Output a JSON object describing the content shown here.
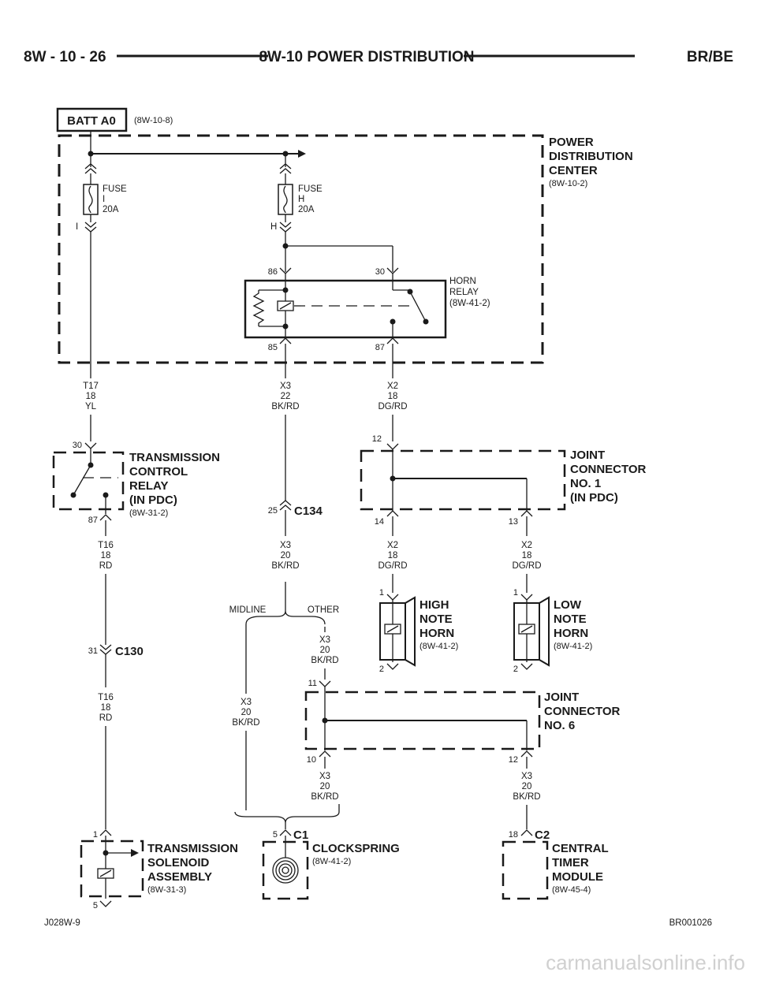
{
  "header": {
    "left": "8W - 10 - 26",
    "center": "8W-10 POWER DISTRIBUTION",
    "right": "BR/BE"
  },
  "batt": {
    "label": "BATT A0",
    "ref": "(8W-10-8)"
  },
  "pdc": {
    "title": [
      "POWER",
      "DISTRIBUTION",
      "CENTER"
    ],
    "ref": "(8W-10-2)"
  },
  "fuse_i": {
    "lines": [
      "FUSE",
      "I",
      "20A"
    ],
    "pin": "I"
  },
  "fuse_h": {
    "lines": [
      "FUSE",
      "H",
      "20A"
    ],
    "pin": "H"
  },
  "horn_relay": {
    "lines": [
      "HORN",
      "RELAY",
      "(8W-41-2)"
    ],
    "pin86": "86",
    "pin30": "30",
    "pin85": "85",
    "pin87": "87"
  },
  "wires": {
    "t17": [
      "T17",
      "18",
      "YL"
    ],
    "x3_22": [
      "X3",
      "22",
      "BK/RD"
    ],
    "x2_18_top": [
      "X2",
      "18",
      "DG/RD"
    ],
    "t16_a": [
      "T16",
      "18",
      "RD"
    ],
    "x3_20_a": [
      "X3",
      "20",
      "BK/RD"
    ],
    "x2_18_l": [
      "X2",
      "18",
      "DG/RD"
    ],
    "x2_18_r": [
      "X2",
      "18",
      "DG/RD"
    ],
    "x3_20_other": [
      "X3",
      "20",
      "BK/RD"
    ],
    "x3_20_mid": [
      "X3",
      "20",
      "BK/RD"
    ],
    "t16_b": [
      "T16",
      "18",
      "RD"
    ],
    "x3_20_b": [
      "X3",
      "20",
      "BK/RD"
    ],
    "x3_20_c": [
      "X3",
      "20",
      "BK/RD"
    ]
  },
  "tcr": {
    "title": [
      "TRANSMISSION",
      "CONTROL",
      "RELAY",
      "(IN PDC)"
    ],
    "ref": "(8W-31-2)",
    "pin30": "30",
    "pin87": "87"
  },
  "jc1": {
    "title": [
      "JOINT",
      "CONNECTOR",
      "NO. 1",
      "(IN PDC)"
    ],
    "pin12": "12",
    "pin14": "14",
    "pin13": "13"
  },
  "c134": {
    "label": "C134",
    "pin": "25"
  },
  "splice": {
    "midline": "MIDLINE",
    "other": "OTHER"
  },
  "high_horn": {
    "title": [
      "HIGH",
      "NOTE",
      "HORN"
    ],
    "ref": "(8W-41-2)",
    "pin1": "1",
    "pin2": "2"
  },
  "low_horn": {
    "title": [
      "LOW",
      "NOTE",
      "HORN"
    ],
    "ref": "(8W-41-2)",
    "pin1": "1",
    "pin2": "2"
  },
  "c130": {
    "label": "C130",
    "pin": "31"
  },
  "jc6": {
    "title": [
      "JOINT",
      "CONNECTOR",
      "NO. 6"
    ],
    "pin11": "11",
    "pin10": "10",
    "pin12": "12"
  },
  "tsa": {
    "title": [
      "TRANSMISSION",
      "SOLENOID",
      "ASSEMBLY"
    ],
    "ref": "(8W-31-3)",
    "pin1": "1",
    "pin5": "5"
  },
  "clockspring": {
    "connector": "C1",
    "pin": "5",
    "title": "CLOCKSPRING",
    "ref": "(8W-41-2)"
  },
  "ctm": {
    "connector": "C2",
    "pin": "18",
    "title": [
      "CENTRAL",
      "TIMER",
      "MODULE"
    ],
    "ref": "(8W-45-4)"
  },
  "footer": {
    "left": "J028W-9",
    "right": "BR001026"
  },
  "watermark": "carmanualsonline.info"
}
